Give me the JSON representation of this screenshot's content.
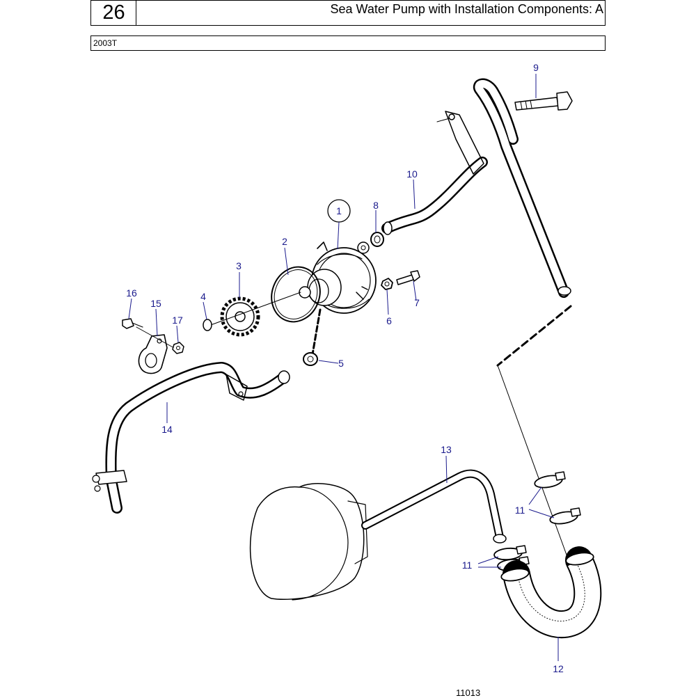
{
  "header": {
    "group_number": "26",
    "title": "Sea Water Pump with Installation Components: A",
    "model": "2003T"
  },
  "callouts": {
    "c1": "1",
    "c2": "2",
    "c3": "3",
    "c4": "4",
    "c5": "5",
    "c6": "6",
    "c7": "7",
    "c8": "8",
    "c9": "9",
    "c10": "10",
    "c11a": "11",
    "c11b": "11",
    "c12": "12",
    "c13": "13",
    "c14": "14",
    "c15": "15",
    "c16": "16",
    "c17": "17"
  },
  "footer": {
    "drawing_number": "11013"
  },
  "colors": {
    "callout": "#1a1a8c",
    "ink": "#000000"
  }
}
